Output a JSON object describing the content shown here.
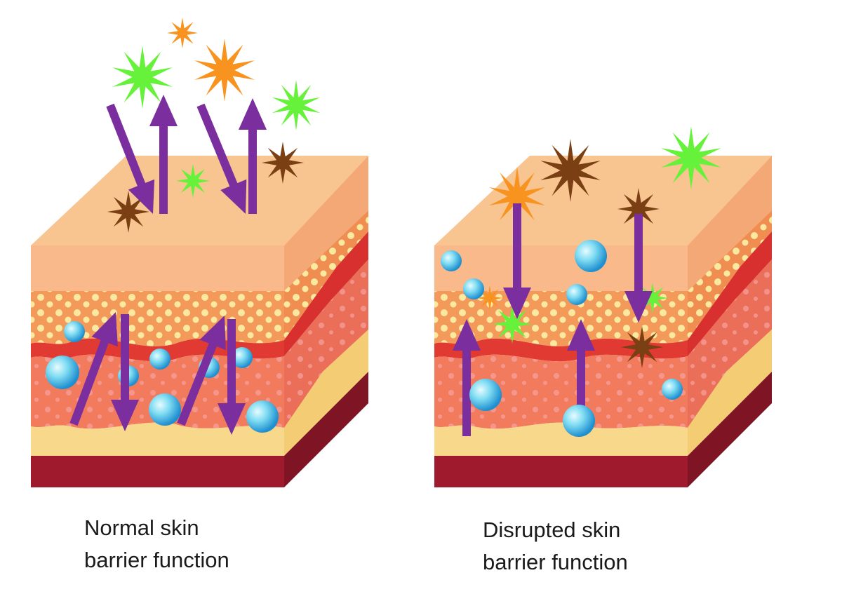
{
  "panels": [
    {
      "caption_line1": "Normal skin",
      "caption_line2": "barrier function"
    },
    {
      "caption_line1": "Disrupted skin",
      "caption_line2": "barrier function"
    }
  ],
  "colors": {
    "top": "#f8c490",
    "epidermis": "#f9b98a",
    "granular": "#f39a5a",
    "dots": "#fbe9a0",
    "red_band": "#e03a33",
    "dermis": "#f27b5e",
    "fat": "#f8d88a",
    "base": "#a01a2e",
    "arrow": "#7b2f9e",
    "bubble": "#3bb8e0",
    "star_green": "#66f23a",
    "star_orange": "#f7931e",
    "star_brown": "#7a3f12"
  }
}
